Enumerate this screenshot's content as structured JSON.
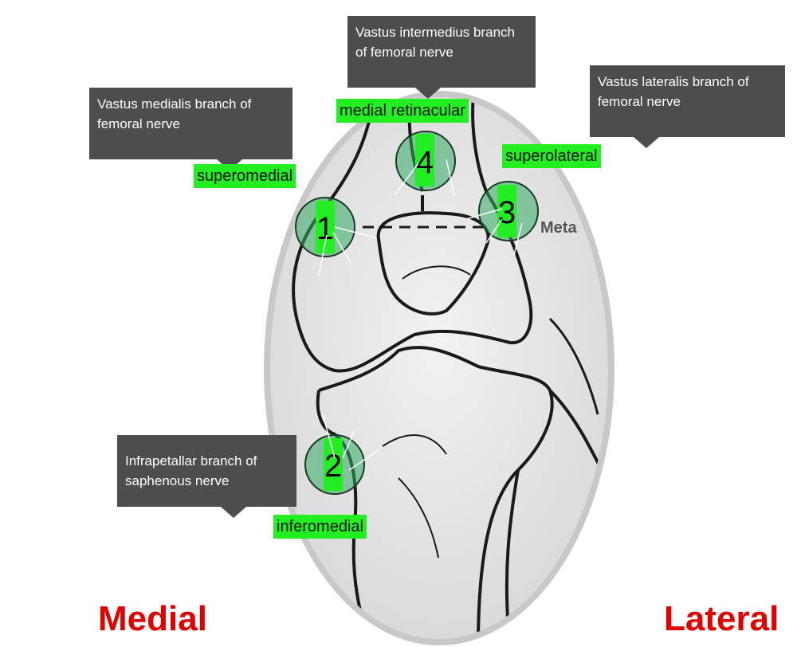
{
  "callouts": {
    "vastus_medialis": "Vastus medialis branch of femoral nerve",
    "vastus_intermedius": "Vastus intermedius branch of femoral nerve",
    "vastus_lateralis": "Vastus lateralis branch of femoral nerve",
    "infrapatellar": "Infrapetallar branch of saphenous nerve"
  },
  "labels": {
    "medial_retinacular": "medial retinacular",
    "superomedial": "superomedial",
    "superolateral": "superolateral",
    "inferomedial": "inferomedial"
  },
  "points": {
    "p1": "1",
    "p2": "2",
    "p3": "3",
    "p4": "4"
  },
  "image_text": "Meta",
  "sides": {
    "medial": "Medial",
    "lateral": "Lateral"
  }
}
